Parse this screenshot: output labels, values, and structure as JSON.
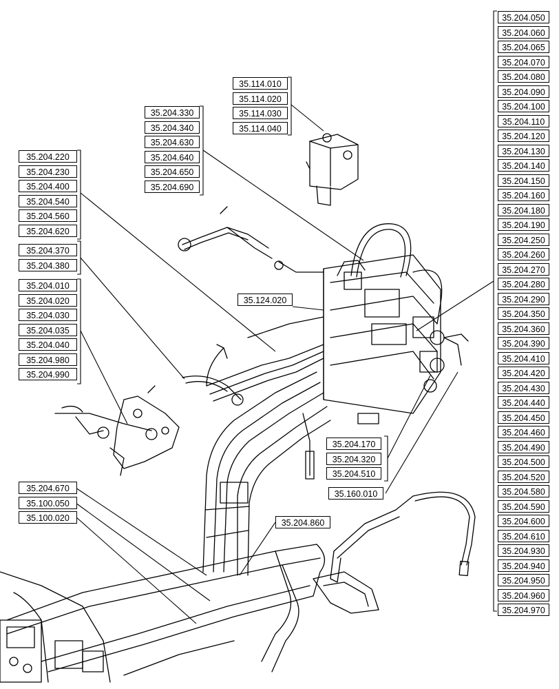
{
  "group_right": [
    "35.204.050",
    "35.204.060",
    "35.204.065",
    "35.204.070",
    "35.204.080",
    "35.204.090",
    "35.204.100",
    "35.204.110",
    "35.204.120",
    "35.204.130",
    "35.204.140",
    "35.204.150",
    "35.204.160",
    "35.204.180",
    "35.204.190",
    "35.204.250",
    "35.204.260",
    "35.204.270",
    "35.204.280",
    "35.204.290",
    "35.204.350",
    "35.204.360",
    "35.204.390",
    "35.204.410",
    "35.204.420",
    "35.204.430",
    "35.204.440",
    "35.204.450",
    "35.204.460",
    "35.204.490",
    "35.204.500",
    "35.204.520",
    "35.204.580",
    "35.204.590",
    "35.204.600",
    "35.204.610",
    "35.204.930",
    "35.204.940",
    "35.204.950",
    "35.204.960",
    "35.204.970"
  ],
  "group_valve": [
    "35.114.010",
    "35.114.020",
    "35.114.030",
    "35.114.040"
  ],
  "group_upper_mid": [
    "35.204.330",
    "35.204.340",
    "35.204.630",
    "35.204.640",
    "35.204.650",
    "35.204.690"
  ],
  "group_left_a": [
    "35.204.220",
    "35.204.230",
    "35.204.400",
    "35.204.540",
    "35.204.560",
    "35.204.620"
  ],
  "group_left_b": [
    "35.204.370",
    "35.204.380"
  ],
  "group_left_c": [
    "35.204.010",
    "35.204.020",
    "35.204.030",
    "35.204.035",
    "35.204.040",
    "35.204.980",
    "35.204.990"
  ],
  "group_lower_mid": [
    "35.204.170",
    "35.204.320",
    "35.204.510"
  ],
  "single_124": "35.124.020",
  "single_160": "35.160.010",
  "single_860": "35.204.860",
  "group_bottom_left": [
    "35.204.670",
    "35.100.050",
    "35.100.020"
  ]
}
